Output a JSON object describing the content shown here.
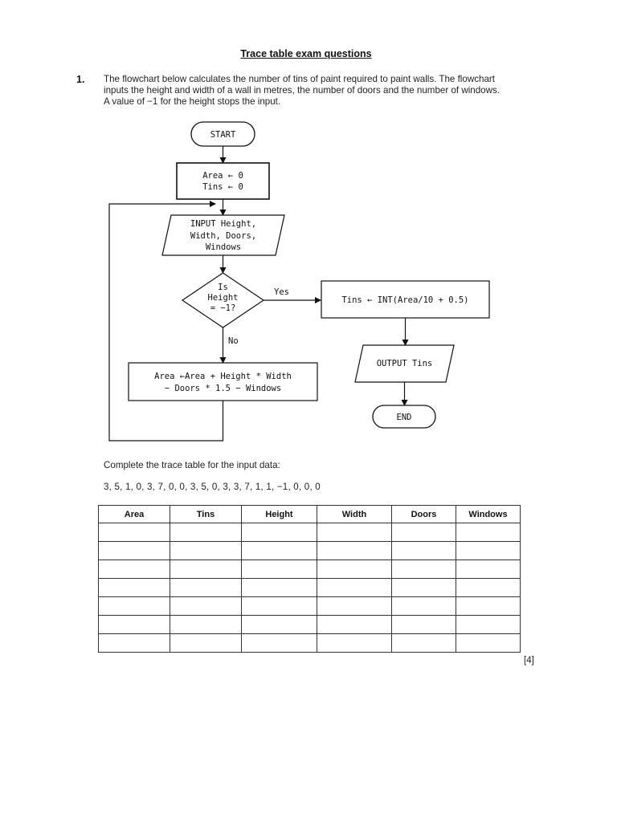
{
  "doc": {
    "title": "Trace table exam questions",
    "question_number": "1.",
    "intro_lines": [
      "The flowchart below calculates the number of tins of paint required to paint walls. The flowchart",
      "inputs the height and width of a wall in metres, the number of doors and the number of windows.",
      "A value of −1 for the height stops the input."
    ],
    "instruction": "Complete the trace table for the input data:",
    "input_data": "3, 5, 1, 0, 3, 7, 0, 0, 3, 5, 0, 3, 3, 7, 1, 1, −1, 0, 0, 0",
    "marks": "[4]"
  },
  "flowchart": {
    "start": "START",
    "init_line1": "Area ← 0",
    "init_line2": "Tins ← 0",
    "input_line1": "INPUT Height,",
    "input_line2": "Width, Doors,",
    "input_line3": "Windows",
    "decision_line1": "Is",
    "decision_line2": "Height",
    "decision_line3": "= −1?",
    "yes_label": "Yes",
    "no_label": "No",
    "calc_tins": "Tins ← INT(Area/10 + 0.5)",
    "area_line1": "Area ←Area + Height * Width",
    "area_line2": "− Doors * 1.5 − Windows",
    "output": "OUTPUT Tins",
    "end": "END"
  },
  "trace_table": {
    "headers": [
      "Area",
      "Tins",
      "Height",
      "Width",
      "Doors",
      "Windows"
    ],
    "empty_rows": 7
  }
}
